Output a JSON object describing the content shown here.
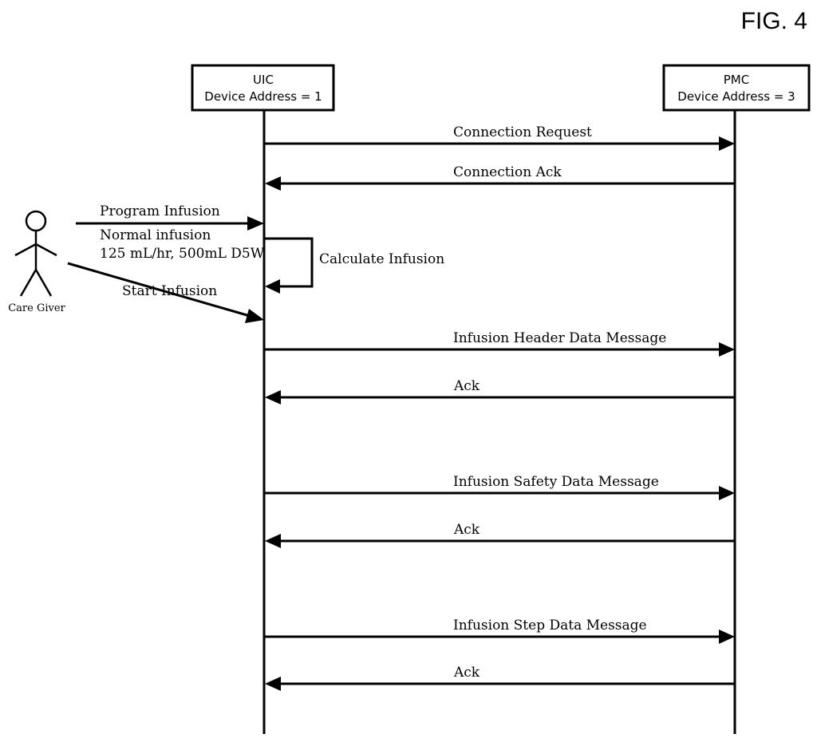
{
  "figure_label": "FIG. 4",
  "participants": {
    "uic": {
      "name": "UIC",
      "address": "Device Address = 1"
    },
    "pmc": {
      "name": "PMC",
      "address": "Device Address = 3"
    }
  },
  "actor": {
    "name": "Care Giver"
  },
  "actor_messages": {
    "program": "Program Infusion",
    "normal": "Normal infusion",
    "rate": "125 mL/hr, 500mL D5W",
    "start": "Start Infusion"
  },
  "self_message": "Calculate Infusion",
  "messages": [
    {
      "label": "Connection Request",
      "direction": "to-pmc"
    },
    {
      "label": "Connection Ack",
      "direction": "to-uic"
    },
    {
      "label": "Infusion Header Data Message",
      "direction": "to-pmc"
    },
    {
      "label": "Ack",
      "direction": "to-uic"
    },
    {
      "label": "Infusion Safety Data Message",
      "direction": "to-pmc"
    },
    {
      "label": "Ack",
      "direction": "to-uic"
    },
    {
      "label": "Infusion Step Data Message",
      "direction": "to-pmc"
    },
    {
      "label": "Ack",
      "direction": "to-uic"
    }
  ]
}
